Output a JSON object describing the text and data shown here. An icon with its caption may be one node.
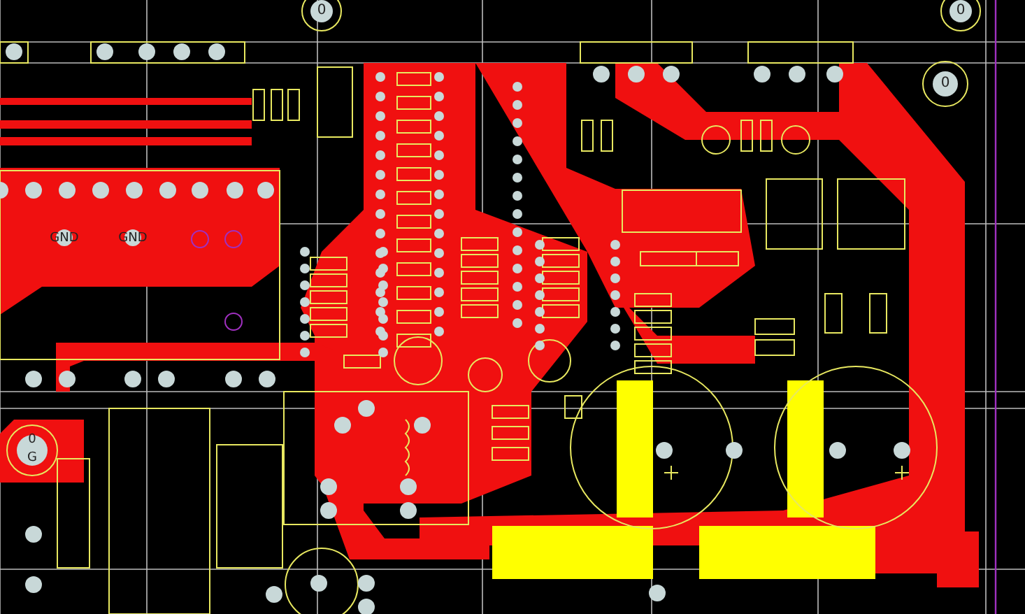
{
  "diagram": {
    "labels": [
      "0",
      "0",
      "0",
      "GND",
      "GND",
      "0",
      "G"
    ]
  }
}
